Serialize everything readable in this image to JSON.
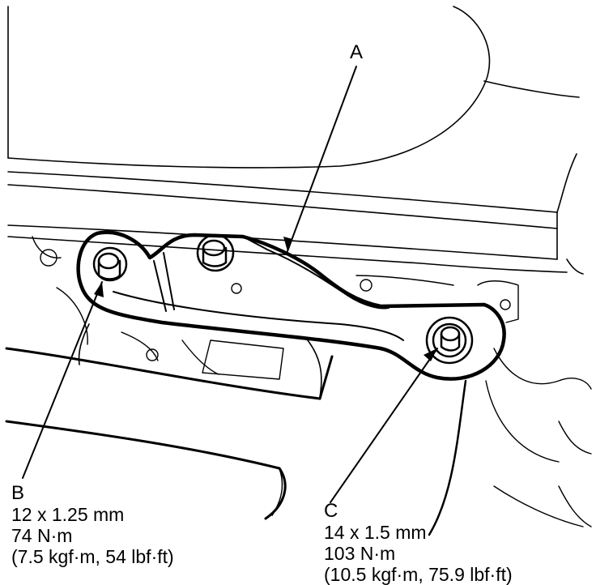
{
  "labels": {
    "a": "A",
    "b": {
      "letter": "B",
      "size": "12 x 1.25 mm",
      "torque_nm": "74 N·m",
      "torque_alt": "(7.5 kgf·m, 54 lbf·ft)"
    },
    "c": {
      "letter": "C",
      "size": "14 x 1.5 mm",
      "torque_nm": "103 N·m",
      "torque_alt": "(10.5 kgf·m, 75.9 lbf·ft)"
    }
  },
  "colors": {
    "ink": "#000000",
    "paper": "#ffffff"
  }
}
